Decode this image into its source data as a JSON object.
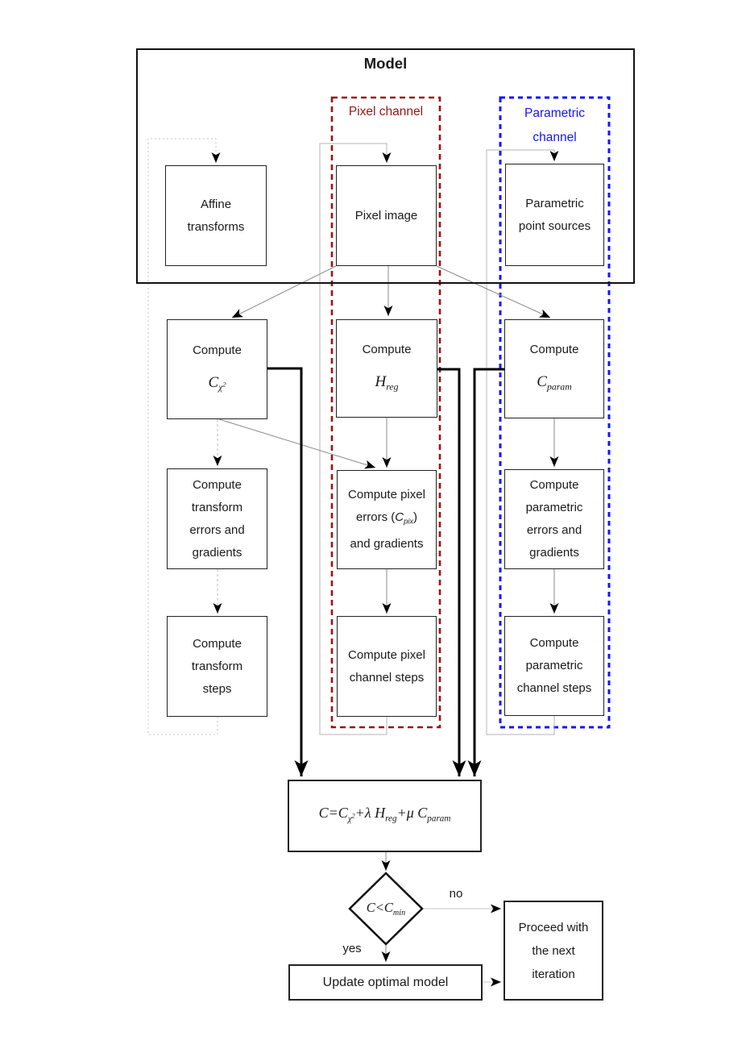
{
  "diagram": {
    "model": {
      "title": "Model"
    },
    "channels": {
      "pixel": {
        "label": "Pixel channel",
        "color": "#9b1414"
      },
      "parametric": {
        "label_line1": "Parametric",
        "label_line2": "channel",
        "color": "#1414ff"
      }
    },
    "boxes": {
      "affine": {
        "lines": [
          "Affine",
          "transforms"
        ]
      },
      "pixel_image": {
        "lines": [
          "Pixel image"
        ]
      },
      "param_sources": {
        "lines": [
          "Parametric",
          "point sources"
        ]
      },
      "compute_chi": {
        "title": "Compute",
        "sym": "C",
        "sub": "χ",
        "subsup": "2"
      },
      "compute_hreg": {
        "title": "Compute",
        "sym": "H",
        "sub": "reg"
      },
      "compute_cparam": {
        "title": "Compute",
        "sym": "C",
        "sub": "param"
      },
      "transform_errors": {
        "lines": [
          "Compute",
          "transform",
          "errors and",
          "gradients"
        ]
      },
      "pixel_errors": {
        "l1": "Compute pixel",
        "l2a": "errors (",
        "l2sym": "C",
        "l2sub": "pix",
        "l2b": ")",
        "l3": "and gradients"
      },
      "param_errors": {
        "lines": [
          "Compute",
          "parametric",
          "errors and",
          "gradients"
        ]
      },
      "transform_steps": {
        "lines": [
          "Compute",
          "transform",
          "steps"
        ]
      },
      "pixel_steps": {
        "lines": [
          "Compute pixel",
          "channel steps"
        ]
      },
      "param_steps": {
        "lines": [
          "Compute",
          "parametric",
          "channel steps"
        ]
      },
      "update": {
        "label": "Update optimal model"
      },
      "proceed": {
        "lines": [
          "Proceed with",
          "the next",
          "iteration"
        ]
      }
    },
    "formula": {
      "p1": "C=C",
      "s1": "χ",
      "s1sup": "2",
      "p2": "+λ H",
      "s2": "reg",
      "p3": "+μ C",
      "s3": "param"
    },
    "decision": {
      "p": "C<C",
      "sub": "min",
      "yes_label": "yes",
      "no_label": "no"
    }
  }
}
